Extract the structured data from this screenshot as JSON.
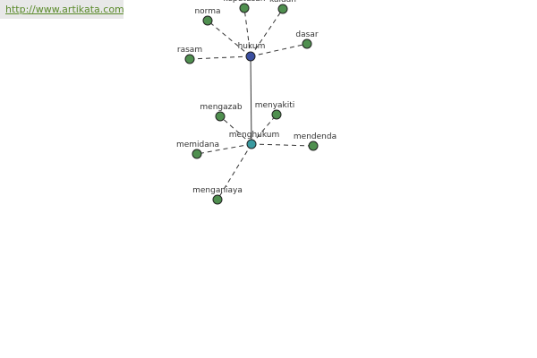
{
  "source": {
    "url": "http://www.artikata.com"
  },
  "colors": {
    "leaf": "#4f8f4f",
    "root": "#3b4fa0",
    "center": "#3a9aa0",
    "edge": "#333333",
    "banner_text": "#5a8a2a",
    "banner_bg": "#e8e8e8"
  },
  "graph": {
    "nodes": [
      {
        "id": "hukum",
        "label": "hukum",
        "kind": "root"
      },
      {
        "id": "menghukum",
        "label": "menghukum",
        "kind": "center"
      },
      {
        "id": "norma",
        "label": "norma",
        "kind": "leaf"
      },
      {
        "id": "keputusan",
        "label": "keputusan",
        "kind": "leaf"
      },
      {
        "id": "kaidah",
        "label": "kaidah",
        "kind": "leaf"
      },
      {
        "id": "rasam",
        "label": "rasam",
        "kind": "leaf"
      },
      {
        "id": "dasar",
        "label": "dasar",
        "kind": "leaf"
      },
      {
        "id": "mengazab",
        "label": "mengazab",
        "kind": "leaf"
      },
      {
        "id": "menyakiti",
        "label": "menyakiti",
        "kind": "leaf"
      },
      {
        "id": "memidana",
        "label": "memidana",
        "kind": "leaf"
      },
      {
        "id": "mendenda",
        "label": "mendenda",
        "kind": "leaf"
      },
      {
        "id": "menganiaya",
        "label": "menganiaya",
        "kind": "leaf"
      }
    ],
    "edges": [
      {
        "from": "hukum",
        "to": "menghukum",
        "style": "solid"
      },
      {
        "from": "hukum",
        "to": "norma",
        "style": "dashed"
      },
      {
        "from": "hukum",
        "to": "keputusan",
        "style": "dashed"
      },
      {
        "from": "hukum",
        "to": "kaidah",
        "style": "dashed"
      },
      {
        "from": "hukum",
        "to": "rasam",
        "style": "dashed"
      },
      {
        "from": "hukum",
        "to": "dasar",
        "style": "dashed"
      },
      {
        "from": "menghukum",
        "to": "mengazab",
        "style": "dashed"
      },
      {
        "from": "menghukum",
        "to": "menyakiti",
        "style": "dashed"
      },
      {
        "from": "menghukum",
        "to": "memidana",
        "style": "dashed"
      },
      {
        "from": "menghukum",
        "to": "mendenda",
        "style": "dashed"
      },
      {
        "from": "menghukum",
        "to": "menganiaya",
        "style": "dashed"
      }
    ]
  }
}
